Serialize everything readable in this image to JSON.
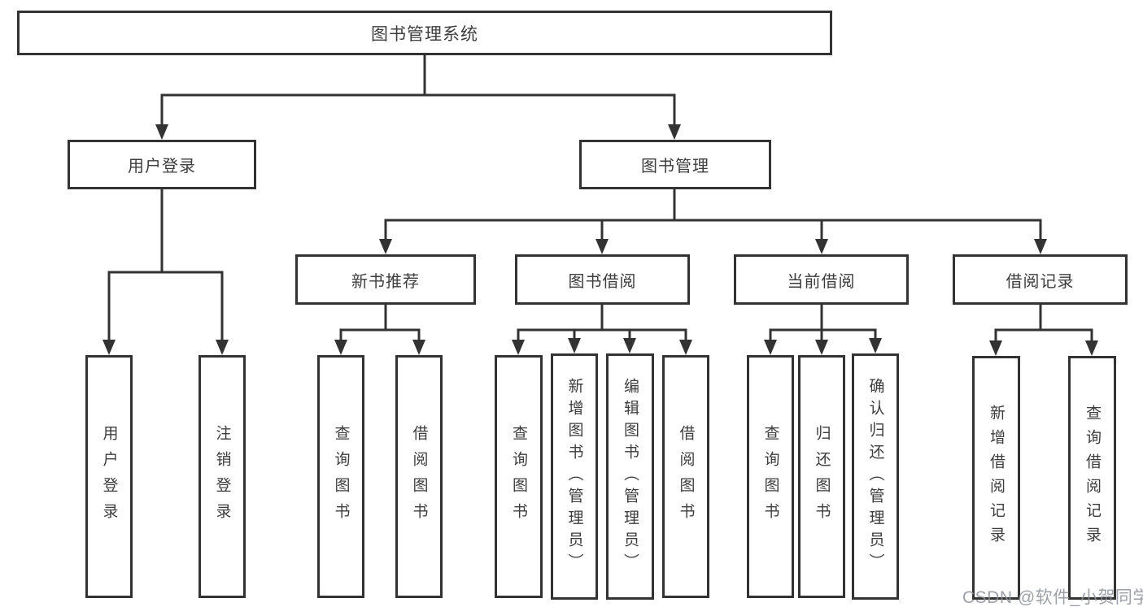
{
  "diagram": {
    "title": "图书管理系统",
    "level2": [
      {
        "label": "用户登录"
      },
      {
        "label": "图书管理"
      }
    ],
    "level3": [
      {
        "label": "新书推荐"
      },
      {
        "label": "图书借阅"
      },
      {
        "label": "当前借阅"
      },
      {
        "label": "借阅记录"
      }
    ],
    "leaves": [
      {
        "label": "用户登录"
      },
      {
        "label": "注销登录"
      },
      {
        "label": "查询图书"
      },
      {
        "label": "借阅图书"
      },
      {
        "label": "查询图书"
      },
      {
        "label": "新增图书（管理员）"
      },
      {
        "label": "编辑图书（管理员）"
      },
      {
        "label": "借阅图书"
      },
      {
        "label": "查询图书"
      },
      {
        "label": "归还图书"
      },
      {
        "label": "确认归还（管理员）"
      },
      {
        "label": "新增借阅记录"
      },
      {
        "label": "查询借阅记录"
      }
    ],
    "watermark": "CSDN @软件_小贺同学",
    "colors": {
      "line": "#333333",
      "text": "#3d3d3d",
      "watermark": "#8c8f98"
    }
  }
}
